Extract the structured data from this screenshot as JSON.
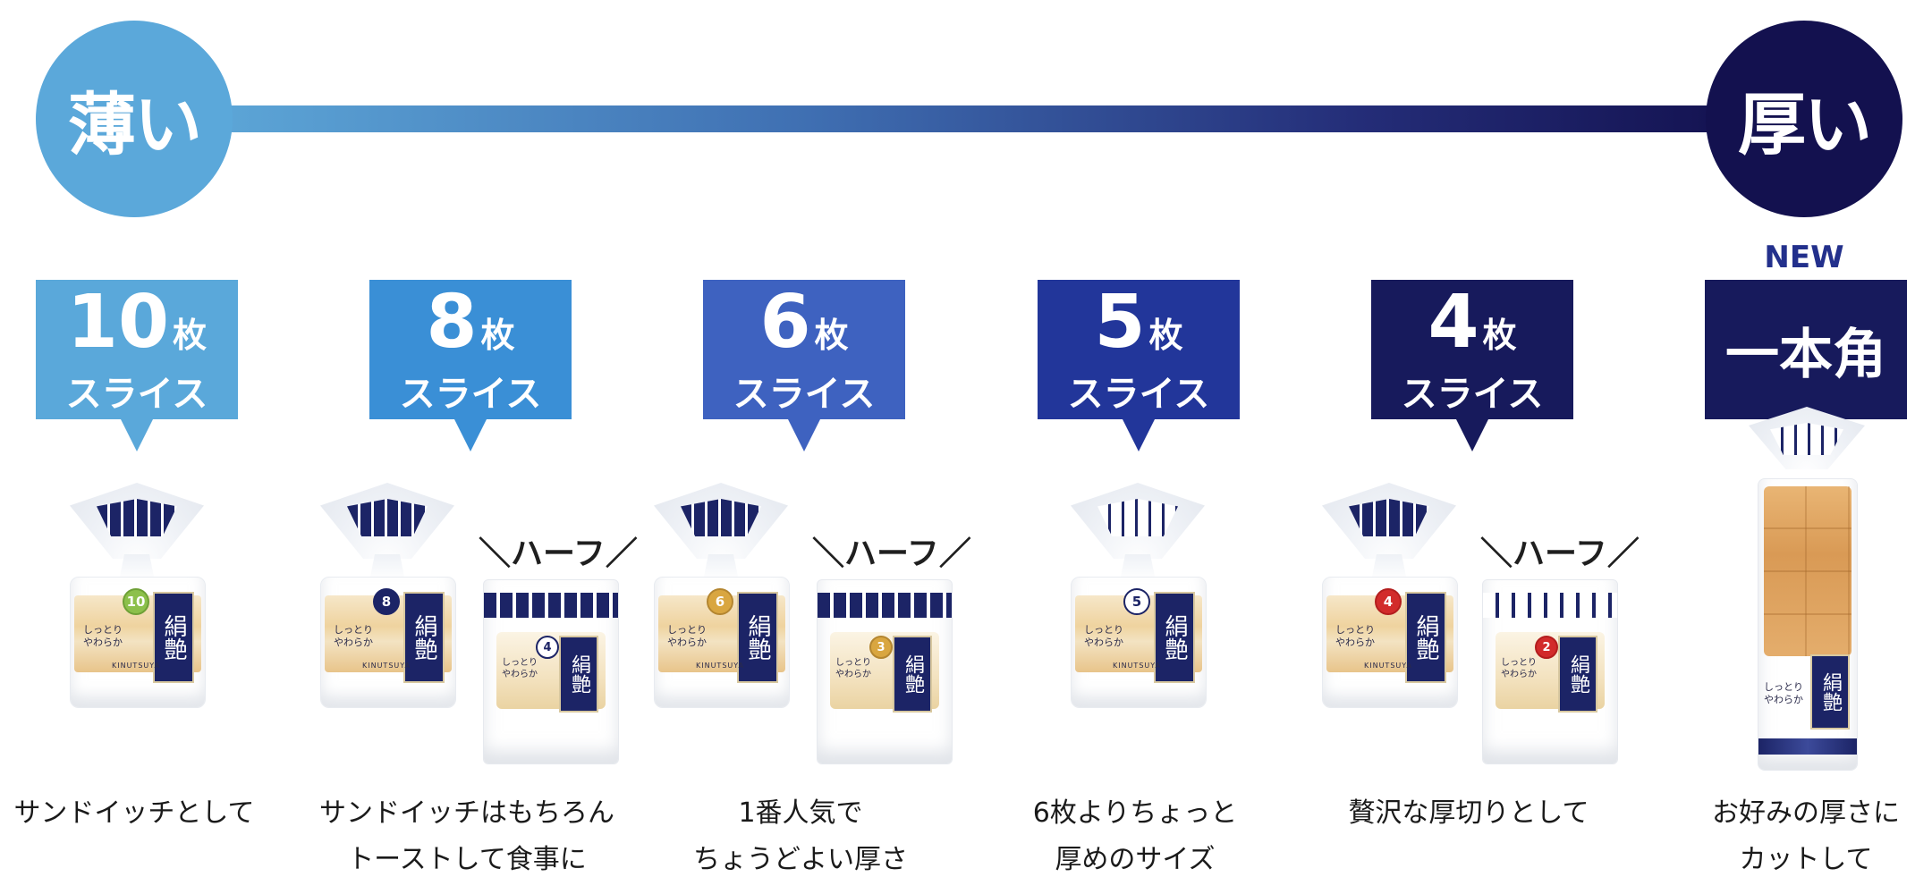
{
  "scale": {
    "thin_label": "薄い",
    "thick_label": "厚い"
  },
  "new_badge": "NEW",
  "products": [
    {
      "count": "10",
      "unit": "枚",
      "sub": "スライス",
      "desc": "サンドイッチとして",
      "pkg_num": "10",
      "has_half": false
    },
    {
      "count": "8",
      "unit": "枚",
      "sub": "スライス",
      "desc": "サンドイッチはもちろん\nトーストして食事に",
      "pkg_num": "8",
      "has_half": true,
      "half_num": "4"
    },
    {
      "count": "6",
      "unit": "枚",
      "sub": "スライス",
      "desc": "1番人気で\nちょうどよい厚さ",
      "pkg_num": "6",
      "has_half": true,
      "half_num": "3"
    },
    {
      "count": "5",
      "unit": "枚",
      "sub": "スライス",
      "desc": "6枚よりちょっと\n厚めのサイズ",
      "pkg_num": "5",
      "has_half": false
    },
    {
      "count": "4",
      "unit": "枚",
      "sub": "スライス",
      "desc": "贅沢な厚切りとして",
      "pkg_num": "4",
      "has_half": true,
      "half_num": "2"
    },
    {
      "title": "一本角",
      "desc": "お好みの厚さに\nカットして"
    }
  ],
  "half_label": "＼ハーフ／",
  "package": {
    "brand": "絹艶",
    "copy": "しっとり\nやわらか",
    "romaji": "KINUTSUYA"
  },
  "colors": {
    "thin": "#5ba8da",
    "thick": "#13114f",
    "box": [
      "#5aa8da",
      "#3a8fd6",
      "#3e62c0",
      "#22369a",
      "#171a5c",
      "#171a5c"
    ],
    "new": "#23308c"
  }
}
